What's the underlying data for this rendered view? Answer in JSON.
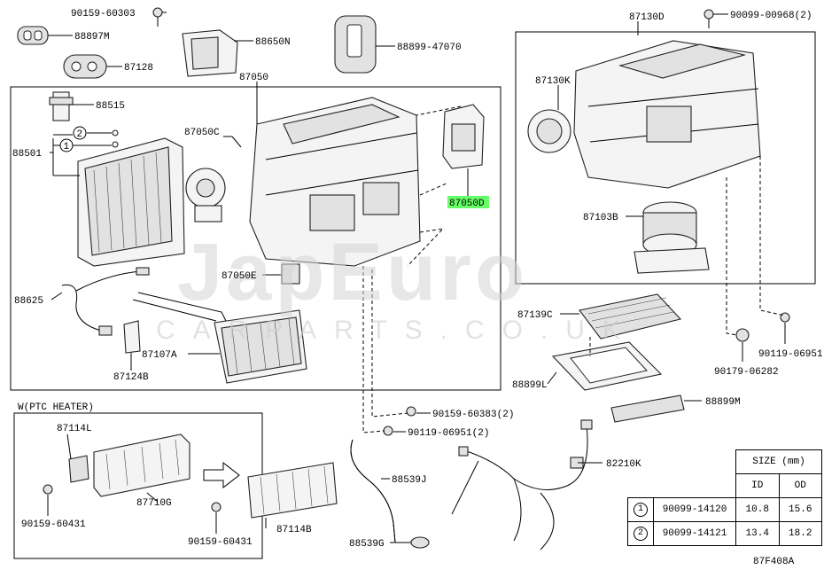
{
  "diagram_code": "87F408A",
  "watermark": {
    "brand": "JapEuro",
    "subtitle": "CARPARTS.CO.UK"
  },
  "section_label": "W(PTC HEATER)",
  "callouts": [
    {
      "id": "c1",
      "text": "90159-60303"
    },
    {
      "id": "c2",
      "text": "88897M"
    },
    {
      "id": "c3",
      "text": "88650N"
    },
    {
      "id": "c4",
      "text": "88899-47070"
    },
    {
      "id": "c5",
      "text": "87128"
    },
    {
      "id": "c6",
      "text": "87050"
    },
    {
      "id": "c7",
      "text": "88515"
    },
    {
      "id": "c8",
      "text": "88501"
    },
    {
      "id": "c9",
      "text": "87050C"
    },
    {
      "id": "c10",
      "text": "87050D",
      "highlighted": true
    },
    {
      "id": "c11",
      "text": "87050E"
    },
    {
      "id": "c12",
      "text": "88625"
    },
    {
      "id": "c13",
      "text": "87107A"
    },
    {
      "id": "c14",
      "text": "87124B"
    },
    {
      "id": "c15",
      "text": "87130D"
    },
    {
      "id": "c16",
      "text": "90099-00968(2)"
    },
    {
      "id": "c17",
      "text": "87130K"
    },
    {
      "id": "c18",
      "text": "87103B"
    },
    {
      "id": "c19",
      "text": "87139C"
    },
    {
      "id": "c20",
      "text": "90119-06951"
    },
    {
      "id": "c21",
      "text": "90179-06282"
    },
    {
      "id": "c22",
      "text": "88899L"
    },
    {
      "id": "c23",
      "text": "88899M"
    },
    {
      "id": "c24",
      "text": "90159-60383(2)"
    },
    {
      "id": "c25",
      "text": "90119-06951(2)"
    },
    {
      "id": "c26",
      "text": "82210K"
    },
    {
      "id": "c27",
      "text": "87114L"
    },
    {
      "id": "c28",
      "text": "87710G"
    },
    {
      "id": "c29",
      "text": "90159-60431"
    },
    {
      "id": "c30",
      "text": "87114B"
    },
    {
      "id": "c31",
      "text": "90159-60431"
    },
    {
      "id": "c32",
      "text": "88539J"
    },
    {
      "id": "c33",
      "text": "88539G"
    }
  ],
  "markers": [
    {
      "text": "2"
    },
    {
      "text": "1"
    }
  ],
  "size_table": {
    "header": "SIZE (mm)",
    "columns": [
      "ID",
      "OD"
    ],
    "rows": [
      {
        "mark": "1",
        "part": "90099-14120",
        "id": "10.8",
        "od": "15.6"
      },
      {
        "mark": "2",
        "part": "90099-14121",
        "id": "13.4",
        "od": "18.2"
      }
    ]
  },
  "colors": {
    "highlight": "#66ff66",
    "line": "#000000",
    "watermark": "#d5d5d5"
  }
}
